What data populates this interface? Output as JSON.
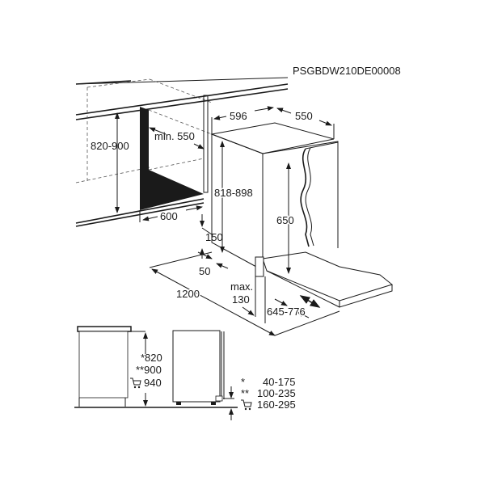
{
  "diagram": {
    "code": "PSGBDW210DE00008",
    "dimensions": {
      "niche_height": "820-900",
      "niche_depth": "min. 550",
      "niche_width": "600",
      "appliance_height": "818-898",
      "appliance_width": "596",
      "appliance_depth": "550",
      "door_height": "650",
      "plinth_height": "150",
      "plinth_gap": "50",
      "door_clearance": "1200",
      "max_label": "max.",
      "max_value": "130",
      "plinth_depth": "645-776"
    },
    "side_view": {
      "heights": [
        "*820",
        "**900",
        "940"
      ],
      "plinth_ranges": [
        {
          "mark": "*",
          "value": "40-175"
        },
        {
          "mark": "**",
          "value": "100-235"
        },
        {
          "mark": "cart",
          "value": "160-295"
        }
      ]
    },
    "colors": {
      "line": "#1a1a1a",
      "fill": "#1a1a1a"
    },
    "icons": [
      "cart-icon"
    ]
  }
}
